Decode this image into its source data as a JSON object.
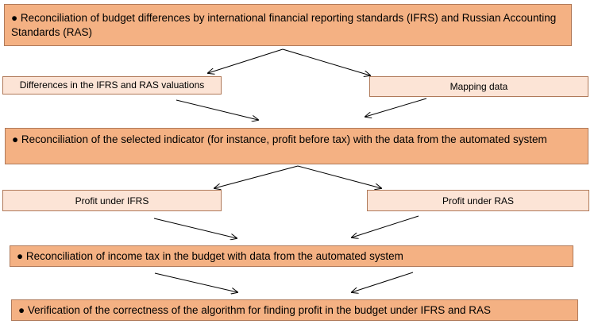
{
  "boxes": {
    "step1": "●  Reconciliation of budget differences by international financial reporting standards (IFRS) and Russian Accounting Standards (RAS)",
    "left1": "Differences in the IFRS and RAS valuations",
    "right1": "Mapping data",
    "step2": "● Reconciliation of the selected indicator (for instance, profit before tax) with the data from the automated system",
    "left2": "Profit under IFRS",
    "right2": "Profit under RAS",
    "step3": "● Reconciliation of income tax in the budget with data from the automated system",
    "step4": "● Verification of the correctness of the algorithm for finding profit in the budget under IFRS and RAS"
  },
  "colors": {
    "main_fill": "#f4b183",
    "sub_fill": "#fce4d6",
    "border": "#b07a5a",
    "arrow": "#000000"
  }
}
